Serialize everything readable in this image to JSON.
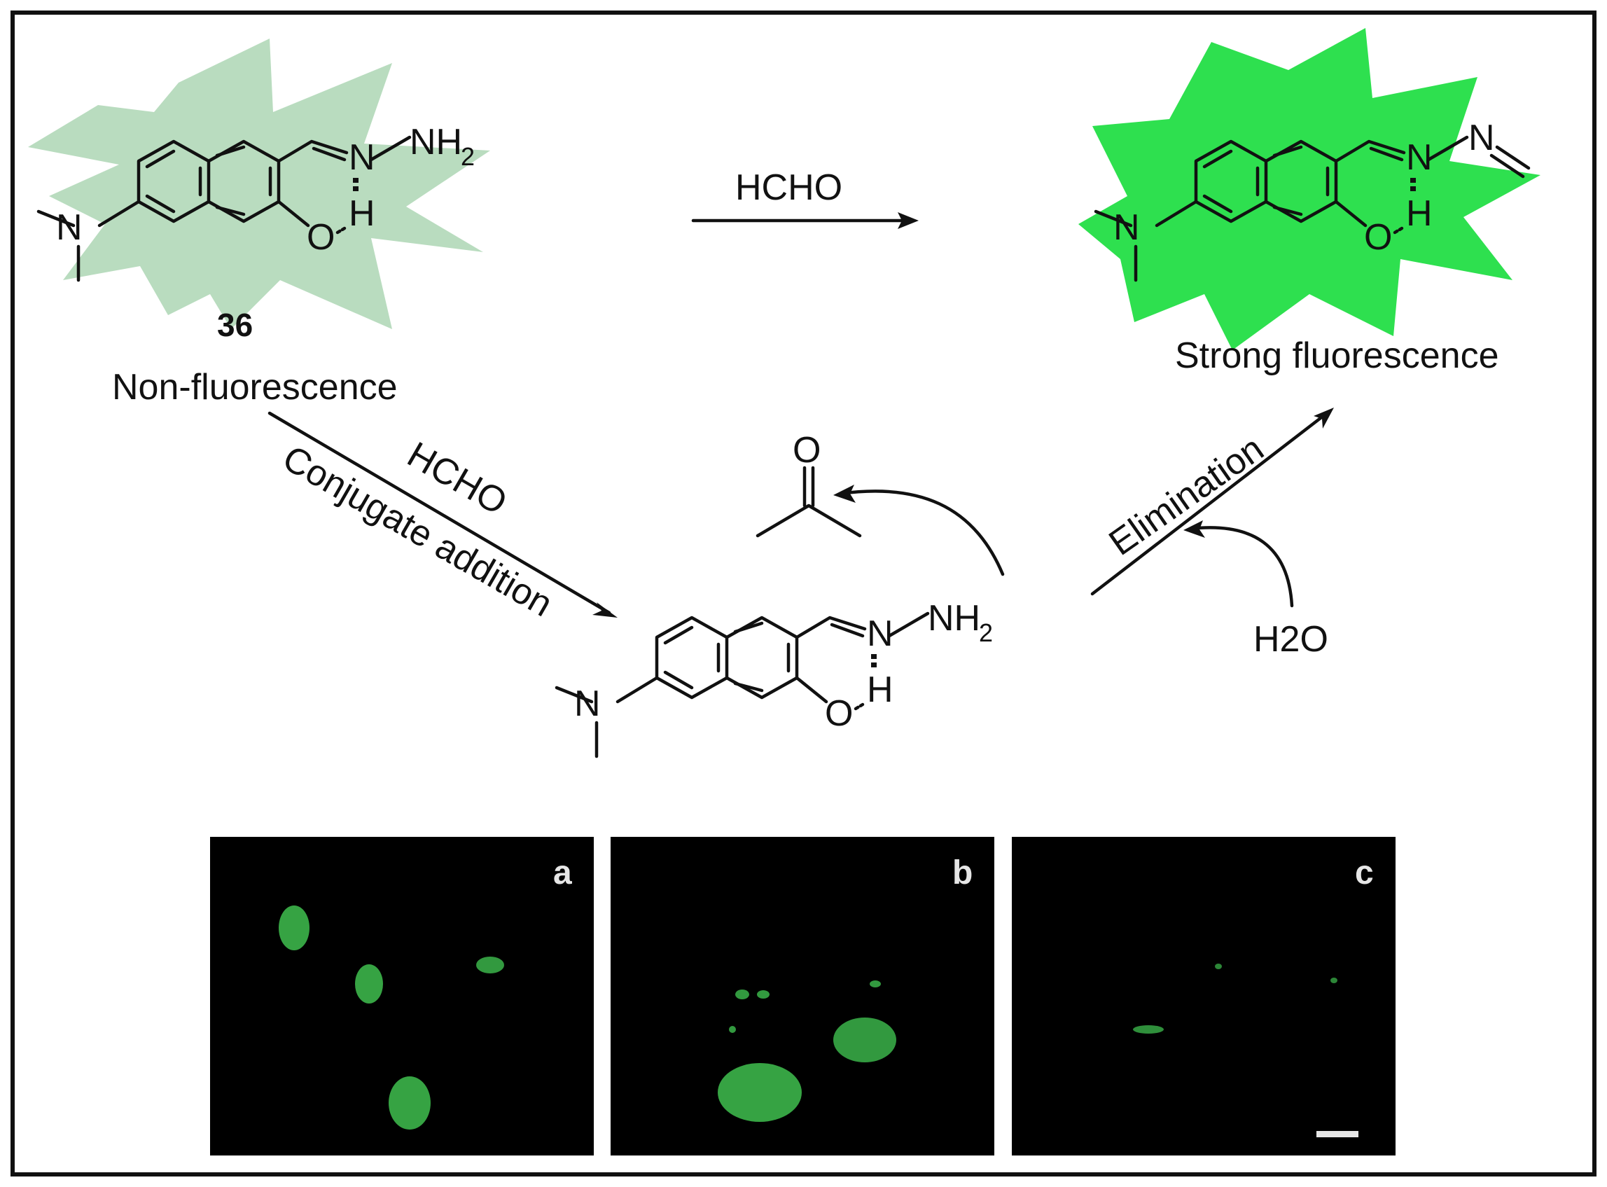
{
  "compound_number": "36",
  "state_nonfluorescent": "Non-fluorescence",
  "state_fluorescent": "Strong fluorescence",
  "reagent_top": "HCHO",
  "reagent_diag": "HCHO",
  "step_conjugate": "Conjugate addition",
  "step_elimination": "Elimination",
  "byproduct_water": "H2O",
  "atoms": {
    "N": "N",
    "O": "O",
    "H": "H",
    "NH": "NH",
    "sub2": "2"
  },
  "panels": [
    {
      "label": "a"
    },
    {
      "label": "b"
    },
    {
      "label": "c"
    }
  ],
  "colors": {
    "burst_pale": "#b9dcbf",
    "burst_bright": "#2ee04f",
    "panel_bg": "#000000",
    "cell_green": "#3fbf4f"
  }
}
